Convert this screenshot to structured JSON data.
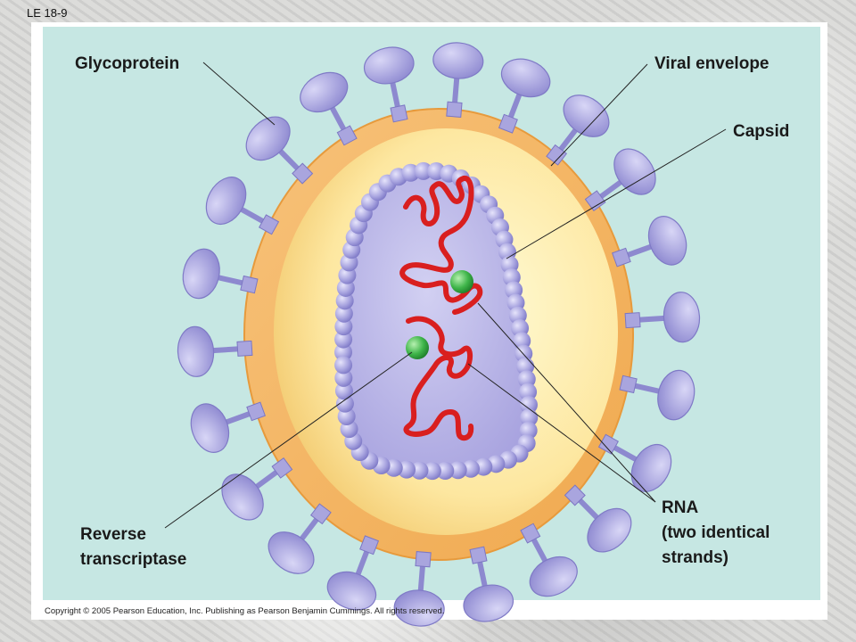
{
  "slide_tag": "LE 18-9",
  "labels": {
    "glycoprotein": "Glycoprotein",
    "viral_envelope": "Viral envelope",
    "capsid": "Capsid",
    "rna_line1": "RNA",
    "rna_line2": "(two identical",
    "rna_line3": "strands)",
    "rt_line1": "Reverse",
    "rt_line2": "transcriptase"
  },
  "copyright": "Copyright © 2005 Pearson Education, Inc. Publishing as Pearson Benjamin Cummings. All rights reserved.",
  "colors": {
    "background": "#c6e7e3",
    "envelope": "#f4b35e",
    "interior": "#fce9a4",
    "capsid": "#b9b5e4",
    "glycoprotein": "#a7a4dc",
    "rna": "#e02626",
    "enzyme": "#3fb54a"
  }
}
